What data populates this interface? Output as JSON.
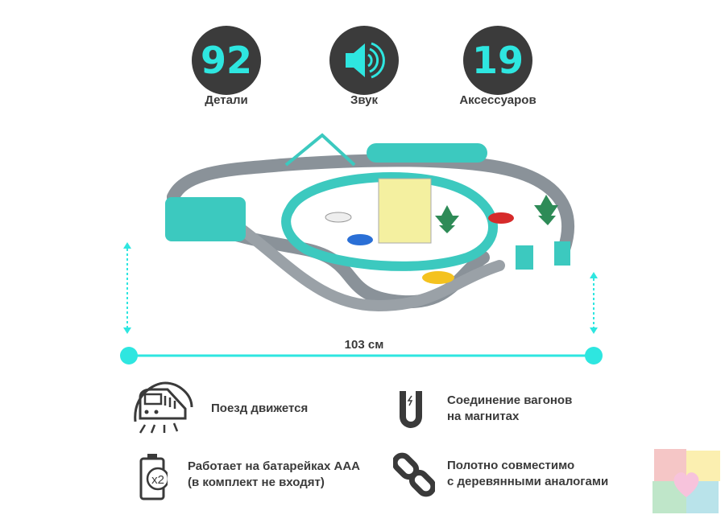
{
  "stats": [
    {
      "value": "92",
      "label": "Детали"
    },
    {
      "icon": "speaker-icon",
      "label": "Звук"
    },
    {
      "value": "19",
      "label": "Аксессуаров"
    }
  ],
  "dimension": {
    "label": "103 см"
  },
  "features": [
    {
      "icon": "train-icon",
      "lines": [
        "Поезд движется"
      ]
    },
    {
      "icon": "magnet-icon",
      "lines": [
        "Соединение вагонов",
        "на магнитах"
      ]
    },
    {
      "icon": "battery-icon",
      "badge": "x2",
      "lines": [
        "Работает на батарейках AAA",
        "(в комплект не входят)"
      ]
    },
    {
      "icon": "link-icon",
      "lines": [
        "Полотно совместимо",
        "с деревянными аналогами"
      ]
    }
  ],
  "colors": {
    "accent": "#2ee6e0",
    "dark": "#3b3b3b",
    "track": "#8a9299",
    "teal": "#3cc9bf"
  }
}
